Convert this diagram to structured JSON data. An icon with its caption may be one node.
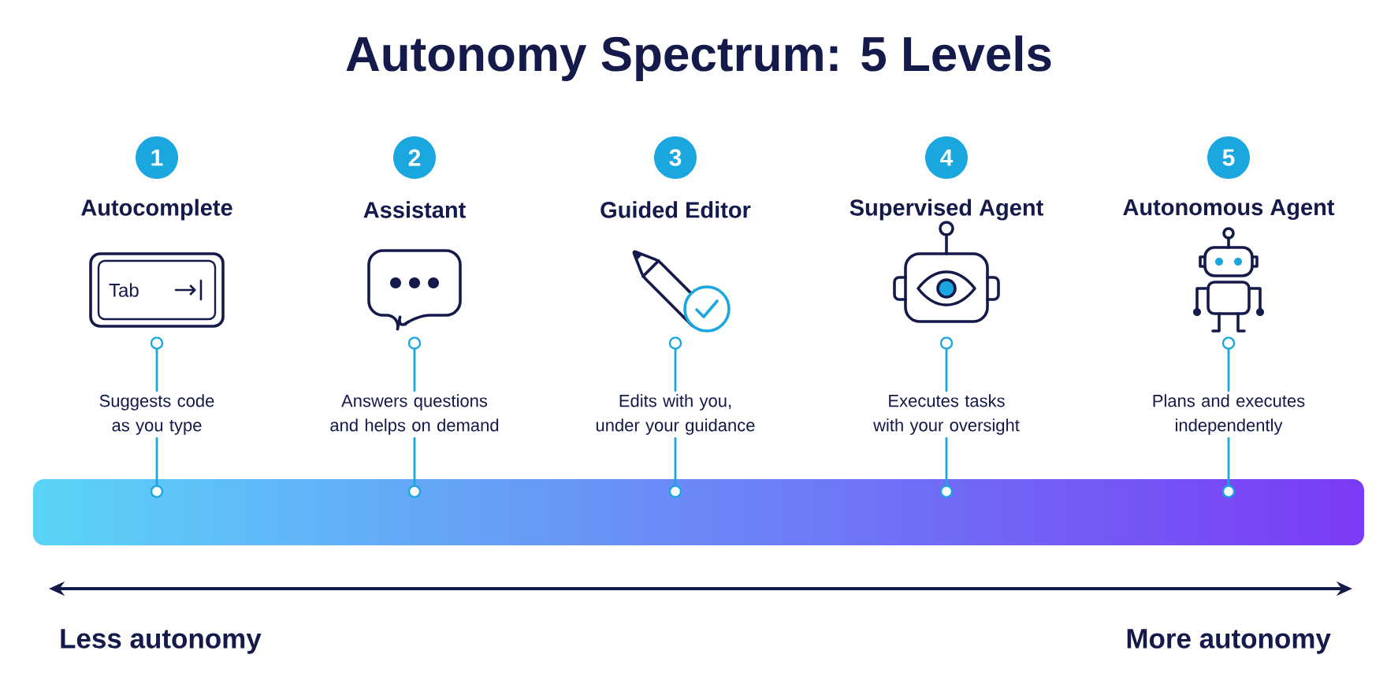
{
  "diagram": {
    "title": "Autonomy Spectrum: 5 Levels",
    "nodes": [
      {
        "text": [
          "1",
          "Autocomplete"
        ]
      },
      {
        "text": [
          "2",
          "Assistant"
        ]
      },
      {
        "text": [
          "3",
          "Guided Editor"
        ]
      },
      {
        "text": [
          "4",
          "Supervised Agent"
        ]
      },
      {
        "text": [
          "5",
          "Autonomous Agent"
        ]
      },
      {
        "text": [
          "Tab"
        ]
      },
      {
        "text": [],
        "shape": "bubble"
      },
      {
        "text": [],
        "shape": "pencil"
      },
      {
        "text": [],
        "shape": "robot"
      },
      {
        "text": [],
        "shape": "robot"
      },
      {
        "text": [
          "Suggests code as you type"
        ]
      },
      {
        "text": [
          "Answers questions and helps on demand"
        ]
      },
      {
        "text": [
          "Edits with you, under your guidance"
        ]
      },
      {
        "text": [
          "Executes tasks with your oversight"
        ]
      },
      {
        "text": [
          "Plans and executes independently"
        ]
      },
      {
        "text": [],
        "shape": "bar"
      }
    ],
    "edges": [
      {
        "from": 5,
        "to": 10,
        "arrow": "other"
      },
      {
        "from": 6,
        "to": 11,
        "arrow": "other"
      },
      {
        "from": 7,
        "to": 12,
        "arrow": "other"
      },
      {
        "from": 8,
        "to": 13,
        "arrow": "other"
      },
      {
        "from": 9,
        "to": 14,
        "arrow": "other"
      },
      {
        "from": 15,
        "to": 10,
        "arrow": "other"
      },
      {
        "from": 15,
        "to": 11,
        "arrow": "other"
      },
      {
        "from": 15,
        "to": 12,
        "arrow": "other"
      },
      {
        "from": 15,
        "to": 13,
        "arrow": "other"
      },
      {
        "from": 15,
        "to": 14,
        "arrow": "other"
      }
    ],
    "labels": [
      "Less autonomy",
      "More autonomy"
    ]
  }
}
